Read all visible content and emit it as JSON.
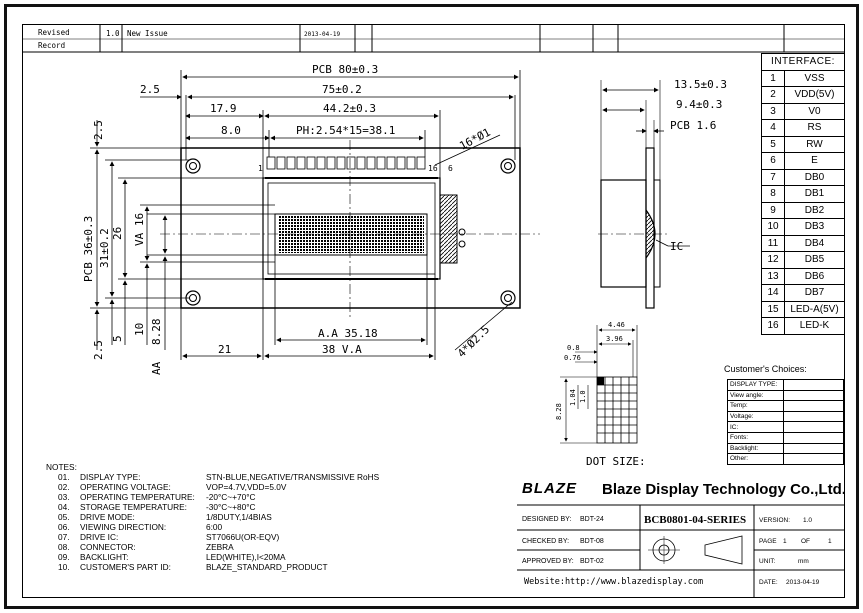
{
  "revision": {
    "label": "Revised\nRecord",
    "label_line1": "Revised",
    "label_line2": "Record",
    "version": "1.0",
    "description": "New Issue",
    "date": "2013-04-19"
  },
  "dimensions": {
    "pcb_width": "PCB 80±0.3",
    "width_75": "75±0.2",
    "left_2_5": "2.5",
    "d_17_9": "17.9",
    "d_44_2": "44.2±0.3",
    "d_8_0": "8.0",
    "pitch": "PH:2.54*15=38.1",
    "hole_16": "16*Ø1",
    "pcb_height": "PCB 36±0.3",
    "h_31": "31±0.2",
    "h_26": "26",
    "va_16": "VA 16",
    "v_2_5_top": "2.5",
    "v_2_5_bottom": "2.5",
    "v_5": "5",
    "v_10": "10",
    "va_8_28": "8.28",
    "aa_label": "AA",
    "d_21": "21",
    "aa_35_18": "A.A 35.18",
    "va_38": "38 V.A",
    "hole_4": "4*Ø2.5",
    "pin_1": "1",
    "pin_16": "16",
    "pin_6": "6",
    "side_13_5": "13.5±0.3",
    "side_9_4": "9.4±0.3",
    "side_pcb_1_6": "PCB 1.6",
    "side_ic": "IC"
  },
  "dot_size": {
    "title": "DOT SIZE:",
    "w_4_46": "4.46",
    "w_3_96": "3.96",
    "w_0_8": "0.8",
    "w_0_76": "0.76",
    "h_8_28": "8.28",
    "h_1_04": "1.04",
    "h_1_0": "1.0"
  },
  "interface": {
    "title": "INTERFACE:",
    "pins": [
      {
        "n": "1",
        "name": "VSS"
      },
      {
        "n": "2",
        "name": "VDD(5V)"
      },
      {
        "n": "3",
        "name": "V0"
      },
      {
        "n": "4",
        "name": "RS"
      },
      {
        "n": "5",
        "name": "RW"
      },
      {
        "n": "6",
        "name": "E"
      },
      {
        "n": "7",
        "name": "DB0"
      },
      {
        "n": "8",
        "name": "DB1"
      },
      {
        "n": "9",
        "name": "DB2"
      },
      {
        "n": "10",
        "name": "DB3"
      },
      {
        "n": "11",
        "name": "DB4"
      },
      {
        "n": "12",
        "name": "DB5"
      },
      {
        "n": "13",
        "name": "DB6"
      },
      {
        "n": "14",
        "name": "DB7"
      },
      {
        "n": "15",
        "name": "LED-A(5V)"
      },
      {
        "n": "16",
        "name": "LED-K"
      }
    ]
  },
  "choices": {
    "title": "Customer's Choices:",
    "rows": [
      "DISPLAY TYPE:",
      "View angle:",
      "Temp:",
      "Voltage:",
      "IC:",
      "Fonts:",
      "Backlight:",
      "Other:"
    ]
  },
  "notes": {
    "title": "NOTES:",
    "items": [
      {
        "n": "01.",
        "k": "DISPLAY TYPE:",
        "v": "STN-BLUE,NEGATIVE/TRANSMISSIVE RoHS"
      },
      {
        "n": "02.",
        "k": "OPERATING VOLTAGE:",
        "v": "VOP=4.7V,VDD=5.0V"
      },
      {
        "n": "03.",
        "k": "OPERATING TEMPERATURE:",
        "v": "-20°C~+70°C"
      },
      {
        "n": "04.",
        "k": "STORAGE TEMPERATURE:",
        "v": "-30°C~+80°C"
      },
      {
        "n": "05.",
        "k": "DRIVE MODE:",
        "v": "1/8DUTY,1/4BIAS"
      },
      {
        "n": "06.",
        "k": "VIEWING DIRECTION:",
        "v": "6:00"
      },
      {
        "n": "07.",
        "k": "DRIVE IC:",
        "v": "ST7066U(OR-EQV)"
      },
      {
        "n": "08.",
        "k": "CONNECTOR:",
        "v": "ZEBRA"
      },
      {
        "n": "09.",
        "k": "BACKLIGHT:",
        "v": "LED(WHITE),I<20MA"
      },
      {
        "n": "10.",
        "k": "CUSTOMER'S PART ID:",
        "v": "BLAZE_STANDARD_PRODUCT"
      }
    ]
  },
  "title_block": {
    "logo": "BLAZE",
    "company": "Blaze Display Technology Co.,Ltd.",
    "designed_label": "DESIGNED BY:",
    "designed_by": "BDT-24",
    "checked_label": "CHECKED BY:",
    "checked_by": "BDT-08",
    "approved_label": "APPROVED BY:",
    "approved_by": "BDT-02",
    "part_no": "BCB0801-04-SERIES",
    "version_label": "VERSION:",
    "version": "1.0",
    "page_label": "PAGE",
    "page": "1",
    "of_label": "OF",
    "page_total": "1",
    "unit_label": "UNIT:",
    "unit": "mm",
    "website": "Website:http://www.blazedisplay.com",
    "date_label": "DATE:",
    "date": "2013-04-19"
  }
}
